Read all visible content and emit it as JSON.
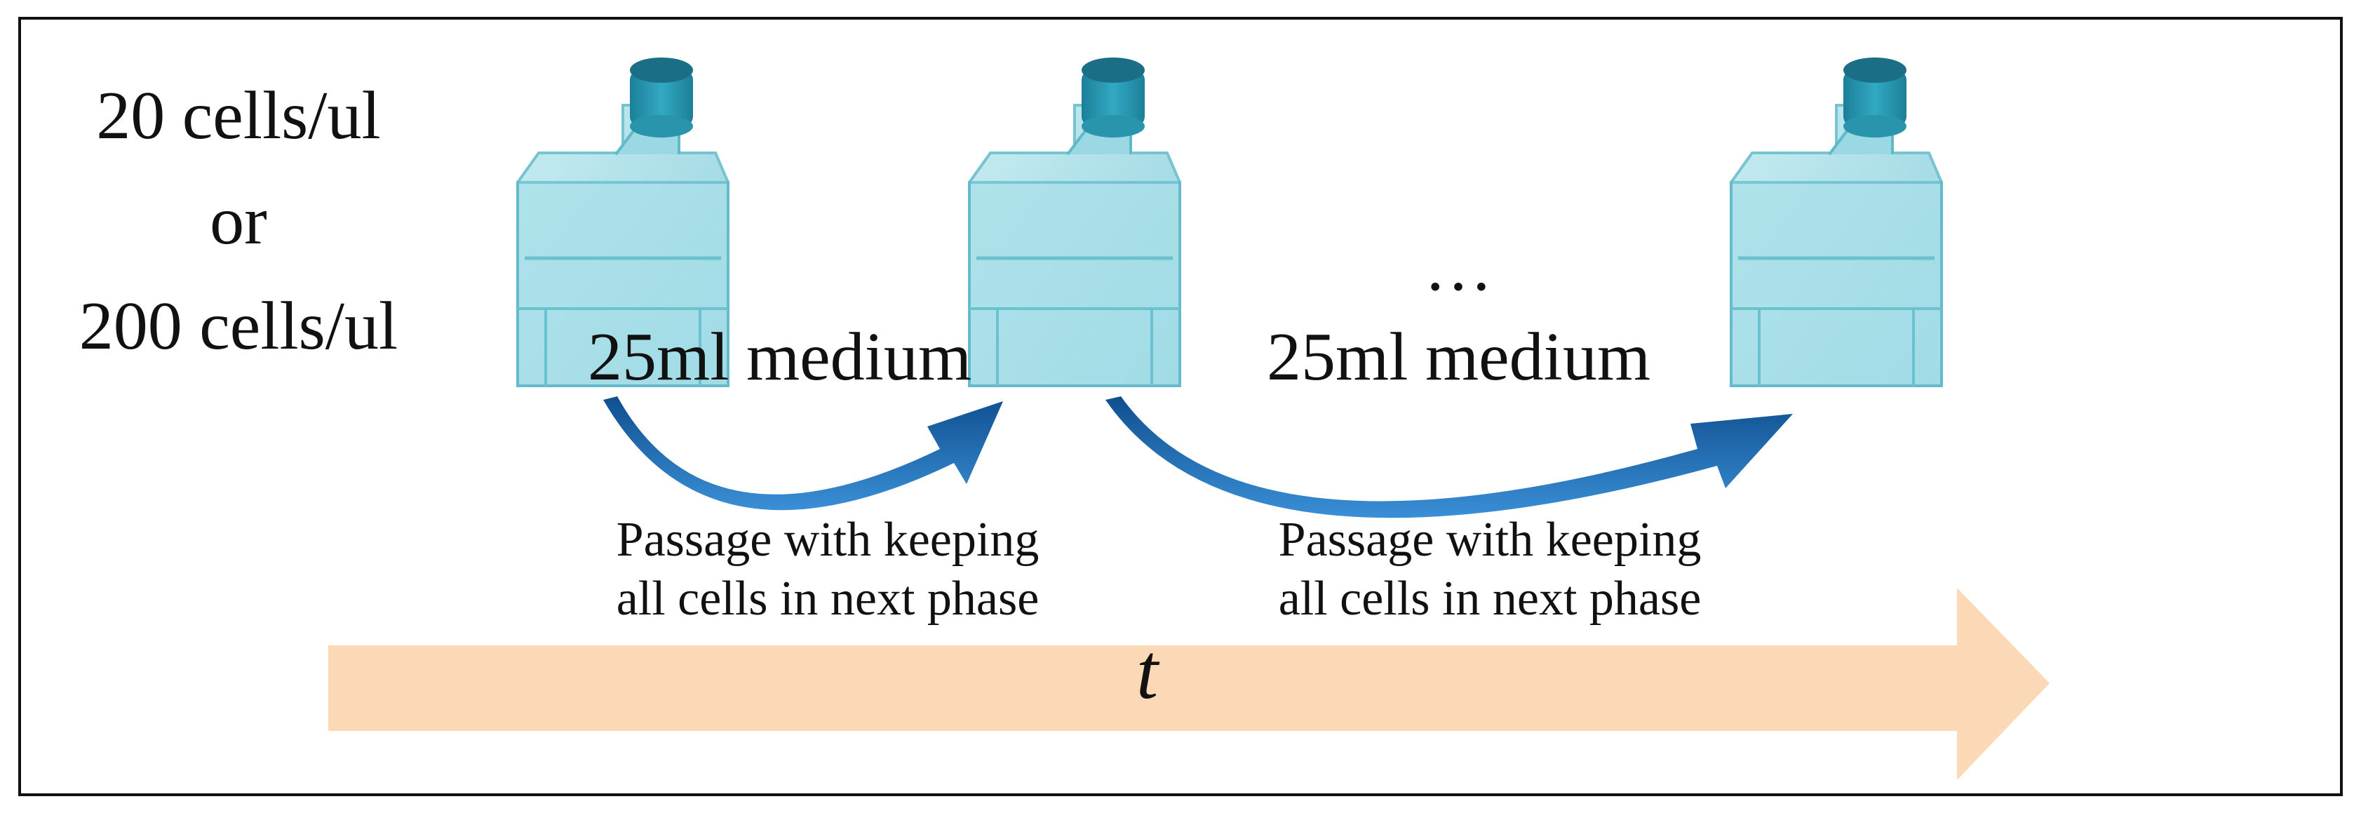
{
  "initial_density": {
    "line1": "20 cells/ul",
    "line2": "or",
    "line3": "200 cells/ul"
  },
  "medium_labels": [
    "25ml medium",
    "25ml medium"
  ],
  "ellipsis": "…",
  "passage_labels": [
    {
      "line1": "Passage with keeping",
      "line2": "all cells in next phase"
    },
    {
      "line1": "Passage with keeping",
      "line2": "all cells in next phase"
    }
  ],
  "time_axis": {
    "label": "t",
    "color": "#fcd9b6"
  },
  "icons": {
    "flask": "culture-flask-icon",
    "passage_arrow": "curved-arrow-icon"
  },
  "colors": {
    "flask_body": "#8fd4e0",
    "flask_cap": "#2a8fa6",
    "passage_arrow": "#1f6fb5",
    "frame": "#111111"
  }
}
